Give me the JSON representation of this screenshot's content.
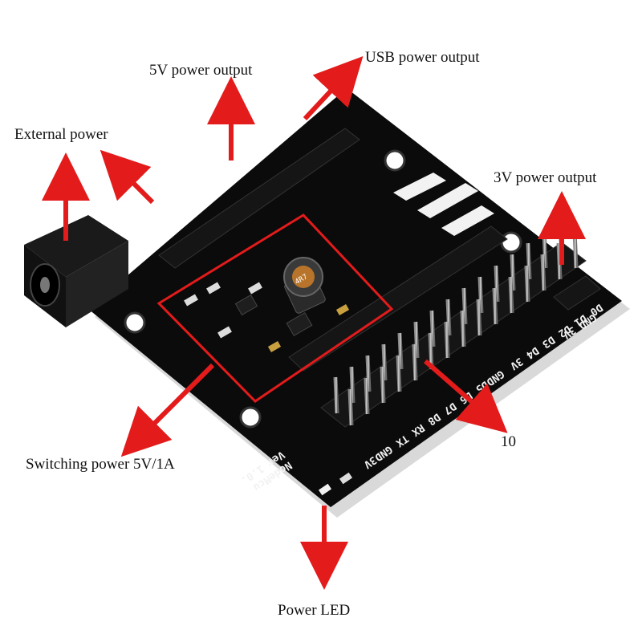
{
  "labels": {
    "five_v_output": "5V power output",
    "usb_output": "USB power output",
    "external_power": "External power",
    "three_v_output": "3V power output",
    "pin_count": "10",
    "switching_power": "Switching power 5V/1A",
    "power_led": "Power LED"
  },
  "board": {
    "inductor_marking": "4R7",
    "brand": "NodeMcu",
    "version": "Ver 1.0.",
    "pin_labels": [
      "3V",
      "GND",
      "TX",
      "RX",
      "D8",
      "D7",
      "D6",
      "D5",
      "GND",
      "3V",
      "D4",
      "D3",
      "D2",
      "D1",
      "D0"
    ],
    "corner_pins": [
      "GND",
      "3V"
    ]
  },
  "colors": {
    "arrow": "#e31b1b",
    "board": "#0b0b0b",
    "highlight_box": "#e31b1b",
    "silkscreen": "#f2f2f2"
  }
}
